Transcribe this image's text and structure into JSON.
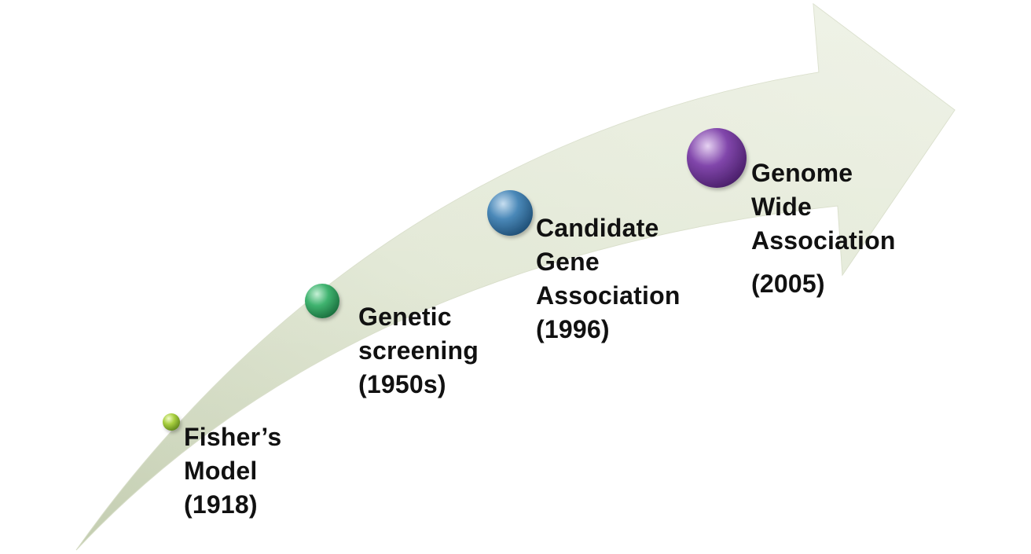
{
  "colors": {
    "arrow_fill_light": "#ecf0e1",
    "arrow_fill_dark": "#c7d1b2",
    "arrow_edge": "#d9dfc9",
    "text": "#111111"
  },
  "milestones": [
    {
      "name": "Fisher’s Model",
      "lines": [
        "Fisher’s",
        "Model"
      ],
      "year": "(1918)",
      "dot_color": "#9bc437",
      "dot_icon": "circle-marker"
    },
    {
      "name": "Genetic screening",
      "lines": [
        "Genetic",
        "screening"
      ],
      "year": "(1950s)",
      "dot_color": "#3aaa68",
      "dot_icon": "circle-marker"
    },
    {
      "name": "Candidate Gene Association",
      "lines": [
        "Candidate",
        "Gene",
        "Association"
      ],
      "year": "(1996)",
      "dot_color": "#3f7fae",
      "dot_icon": "circle-marker"
    },
    {
      "name": "Genome Wide Association",
      "lines": [
        "Genome",
        "Wide",
        "Association"
      ],
      "year": "(2005)",
      "dot_color": "#7a3ea0",
      "dot_icon": "circle-marker"
    }
  ]
}
